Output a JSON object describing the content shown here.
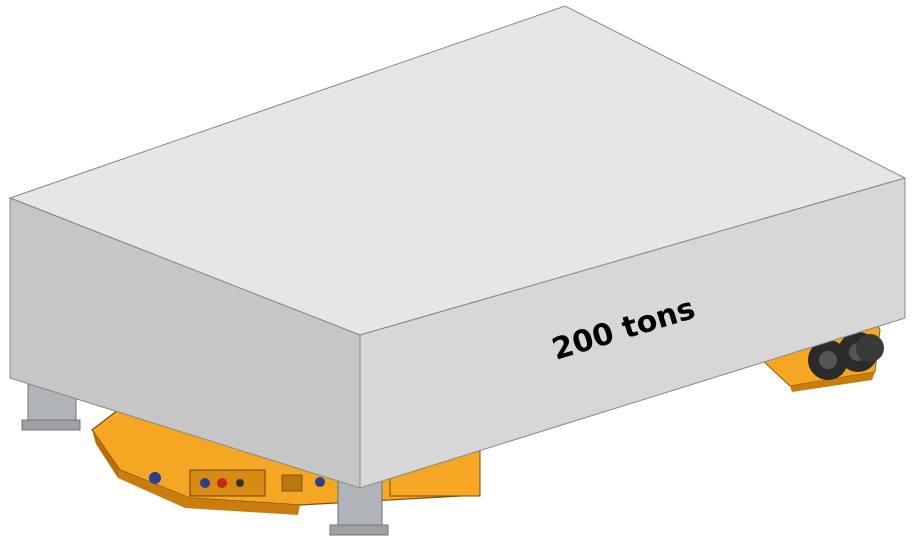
{
  "scene": {
    "load_label": "200 tons",
    "colors": {
      "block_top": "#e6e6e6",
      "block_front": "#c6c6c6",
      "block_side": "#d7d7d7",
      "vehicle_body": "#f5a623",
      "vehicle_shadow": "#c97d0f",
      "leg": "#b0b4b8",
      "wheel": "#2b2b2b"
    },
    "icons": [
      "transporter-vehicle",
      "support-leg",
      "wheel"
    ]
  }
}
